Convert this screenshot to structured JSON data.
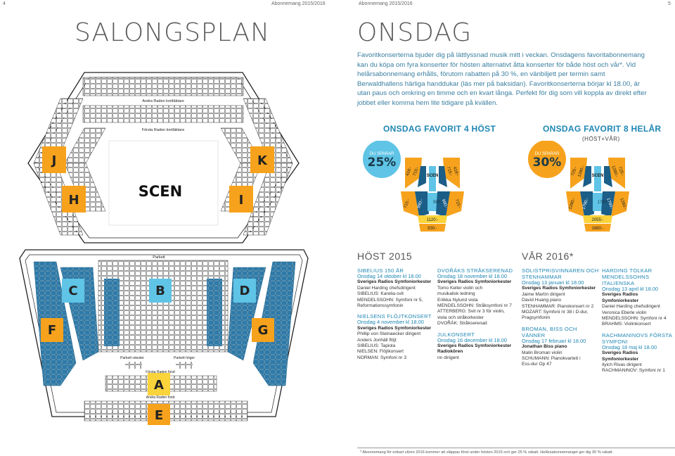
{
  "header": {
    "left_page_number": "4",
    "left_running_head": "Abonnemang 2015/2016",
    "right_running_head": "Abonnemang 2015/2016",
    "right_page_number": "5"
  },
  "left_title": "SALONGSPLAN",
  "right_title": "ONSDAG",
  "intro": "Favoritkonserterna bjuder dig på lättlyssnad musik mitt i veckan. Onsdagens favoritabonnemang kan du köpa om fyra konserter för hösten alternativt åtta konserter för både höst och vår*. Vid helårsabonnemang erhålls, förutom rabatten på 30 %, en vänbiljett per termin samt Berwaldhallens härliga handdukar (läs mer på baksidan). Favoritkonserterna börjar kl 18.00, är utan paus och omkring en timme och en kvart långa. Perfekt för dig som vill koppla av direkt efter jobbet eller komma hem lite tidigare på kvällen.",
  "seating_plan": {
    "upper_stage_label": "SCEN",
    "sections": [
      "J",
      "K",
      "H",
      "I",
      "C",
      "B",
      "D",
      "F",
      "G",
      "A",
      "E"
    ],
    "row_labels": {
      "andra_raden_kortlaktare": "Andra Raden kortläktare",
      "forsta_raden_kortlaktare": "Första Raden kortläktare",
      "parkett": "Parkett",
      "parkett_vanster": "Parkett vänster",
      "parkett_hoger": "Parkett höger",
      "forsta_raden_fond": "Första Raden fond",
      "andra_raden_fond": "Andra Raden fond"
    }
  },
  "packages": [
    {
      "title": "ONSDAG FAVORIT 4 HÖST",
      "subtitle": "",
      "savings_label": "DU SPARAR",
      "savings_value": "25%",
      "stage_label": "SCEN",
      "prices": {
        "outer_top_left": "418:-",
        "inner_top_left": "715:-",
        "inner_top_right": "715:-",
        "outer_top_right": "418:-",
        "outer_mid_left": "715:-",
        "inner_mid_left": "990:-",
        "center": "990:-",
        "inner_mid_right": "990:-",
        "outer_mid_right": "715:-",
        "bottom_upper": "1120:-",
        "bottom_lower": "930:-"
      },
      "badge_color": "#5fc4e6"
    },
    {
      "title": "ONSDAG FAVORIT 8 HELÅR",
      "subtitle": "(HÖST+VÅR)",
      "savings_label": "DU SPARAR",
      "savings_value": "30%",
      "stage_label": "SCEN",
      "prices": {
        "outer_top_left": "725:-",
        "inner_top_left": "1280:-",
        "inner_top_right": "1280:-",
        "outer_top_right": "725:-",
        "outer_mid_left": "1280:-",
        "inner_mid_left": "1790:-",
        "center": "1790:-",
        "inner_mid_right": "1790:-",
        "outer_mid_right": "1280:-",
        "bottom_upper": "2055:-",
        "bottom_lower": "1680:-"
      },
      "badge_color": "#f6a21c"
    }
  ],
  "seasons": {
    "autumn": "HÖST 2015",
    "spring": "VÅR 2016*"
  },
  "concerts": {
    "col1": [
      {
        "title": "SIBELIUS 150 ÅR",
        "date": "Onsdag 14 oktober kl 18.00",
        "lines": [
          {
            "t": "Sveriges Radios Symfoniorkester",
            "b": true
          },
          {
            "t": "Daniel Harding chefsdirigent",
            "b": false
          },
          {
            "t": "SIBELIUS: Karelia-svit",
            "b": false
          },
          {
            "t": "MENDELSSOHN: Symfoni nr 5,",
            "b": false
          },
          {
            "t": "Reformationssymfonin",
            "b": false
          }
        ]
      },
      {
        "title": "NIELSENS FLÖJTKONSERT",
        "date": "Onsdag 4 november kl 18.00",
        "lines": [
          {
            "t": "Sveriges Radios Symfoniorkester",
            "b": true
          },
          {
            "t": "Phillip von Steinaecker dirigent",
            "b": false
          },
          {
            "t": "Anders Jonhäll flöjt",
            "b": false
          },
          {
            "t": "SIBELIUS: Tapiola",
            "b": false
          },
          {
            "t": "NIELSEN: Flöjtkonsert",
            "b": false
          },
          {
            "t": "NORMAN: Symfoni nr 3",
            "b": false
          }
        ]
      }
    ],
    "col2": [
      {
        "title": "DVOŘÁKS STRÅKSERENAD",
        "date": "Onsdag 18 november kl 18.00",
        "lines": [
          {
            "t": "Sveriges Radios Symfoniorkester",
            "b": true
          },
          {
            "t": "Tomo Keller violin och",
            "b": false
          },
          {
            "t": "musikalisk ledning",
            "b": false
          },
          {
            "t": "Eriikka Nylund viola",
            "b": false
          },
          {
            "t": "MENDELSSOHN: Stråksymfoni nr 7",
            "b": false
          },
          {
            "t": "ATTERBERG: Svit nr 3 för violin,",
            "b": false
          },
          {
            "t": "viola och stråkorkester",
            "b": false
          },
          {
            "t": "DVOŘÁK: Stråkserenad",
            "b": false
          }
        ]
      },
      {
        "title": "JULKONSERT",
        "date": "Onsdag 16 december kl 18.00",
        "lines": [
          {
            "t": "Sveriges Radios Symfoniorkester",
            "b": true
          },
          {
            "t": "Radiokören",
            "b": true
          },
          {
            "t": "nn dirigent",
            "b": false
          }
        ]
      }
    ],
    "col3": [
      {
        "title": "SOLISTPRISVINNAREN OCH STENHAMMAR",
        "date": "Onsdag 13 januari kl 18.00",
        "lines": [
          {
            "t": "Sveriges Radios Symfoniorkester",
            "b": true
          },
          {
            "t": "Jaime Martín dirigent",
            "b": false
          },
          {
            "t": "David Huang piano",
            "b": false
          },
          {
            "t": "STENHAMMAR: Pianokonsert nr 2",
            "b": false
          },
          {
            "t": "MOZART: Symfoni nr 38 i D-dur,",
            "b": false
          },
          {
            "t": "Pragsymfonin",
            "b": false
          }
        ]
      },
      {
        "title": "BROMAN, BISS OCH VÄNNER",
        "date": "Onsdag 17 februari kl 18.00",
        "lines": [
          {
            "t": "Jonathan Biss piano",
            "b": true
          },
          {
            "t": "Malin Broman violin",
            "b": false
          },
          {
            "t": "SCHUMANN: Pianokvartett i",
            "b": false
          },
          {
            "t": "Ess-dur Op 47",
            "b": false
          }
        ]
      }
    ],
    "col4": [
      {
        "title": "HARDING TOLKAR MENDELSSOHNS ITALIENSKA",
        "date": "Onsdag 13 april kl 18.00",
        "lines": [
          {
            "t": "Sveriges Radios Symfoniorkester",
            "b": true
          },
          {
            "t": "Daniel Harding chefsdirigent",
            "b": false
          },
          {
            "t": "Veronica Eberle violin",
            "b": false
          },
          {
            "t": "MENDELSSOHN: Symfoni nr 4",
            "b": false
          },
          {
            "t": "BRAHMS: Violinkonsert",
            "b": false
          }
        ]
      },
      {
        "title": "RACHMANINOVS FÖRSTA SYMFONI",
        "date": "Onsdag 18 maj kl 18.00",
        "lines": [
          {
            "t": "Sveriges Radios Symfoniorkester",
            "b": true
          },
          {
            "t": "Ilyich Rivas dirigent",
            "b": false
          },
          {
            "t": "RACHMANINOV: Symfoni nr 1",
            "b": false
          }
        ]
      }
    ]
  },
  "footnote": "* Abonnemang för enbart våren 2016 kommer att släppas först under hösten 2015 och ger 25 % rabatt. Helårsabonnemanget ger dig 30 % rabatt.",
  "colors": {
    "accent_blue": "#1e86b4",
    "light_blue": "#5fc4e6",
    "dark_blue": "#1b5e87",
    "orange": "#f6a21c",
    "yellow": "#fbd33b",
    "dark_grey": "#555555"
  }
}
